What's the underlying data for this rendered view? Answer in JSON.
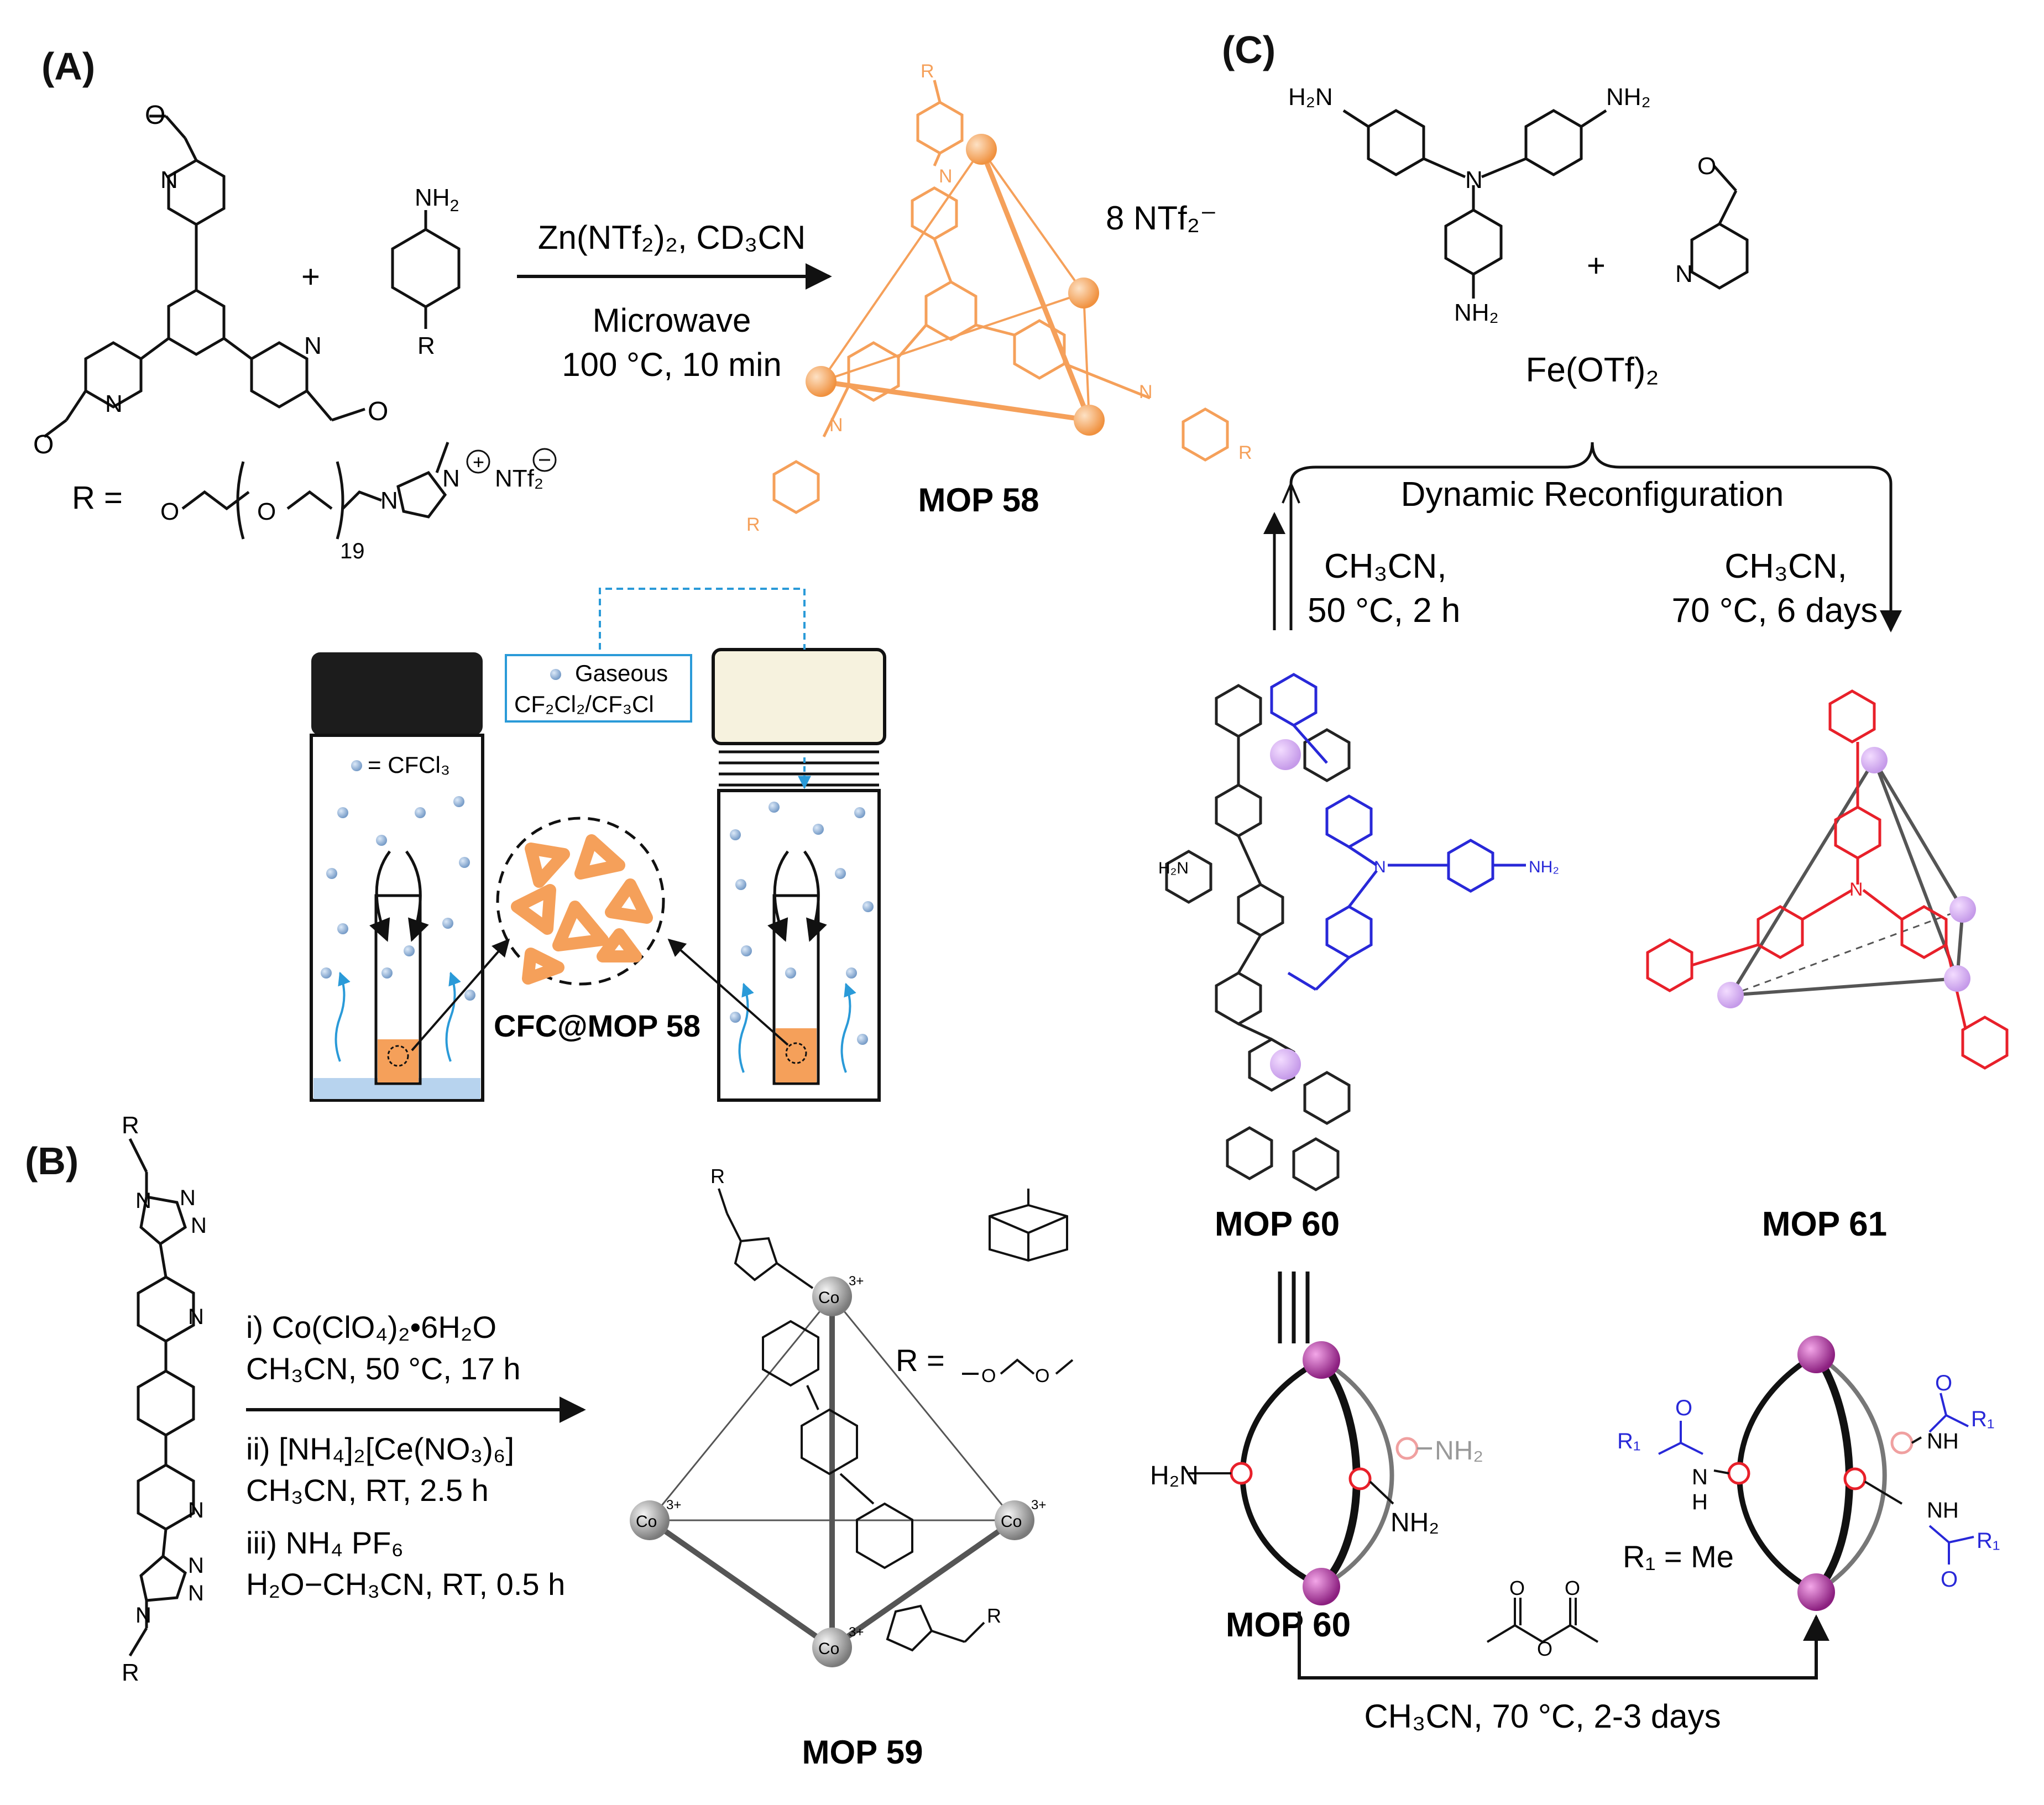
{
  "panels": {
    "a": "(A)",
    "b": "(B)",
    "c": "(C)"
  },
  "panel_a": {
    "nh2": "NH",
    "reactant_r": "R",
    "plus": "+",
    "cond_line1": "Zn(NTf₂)₂, CD₃CN",
    "cond_line2": "Microwave",
    "cond_line3": "100 °C, 10 min",
    "counterion": "8 NTf₂⁻",
    "n_label": "N",
    "mop_label": "MOP 58",
    "r_def_prefix": "R =",
    "r_def_o": "O",
    "r_def_subscript": "19",
    "r_def_counter": "NTf₂",
    "gaseous_line1": "Gaseous",
    "gaseous_line2": "CF₂Cl₂/CF₃Cl",
    "cfcl3": "= CFCl₃",
    "cfc_label": "CFC@MOP 58"
  },
  "panel_b": {
    "r_top": "R",
    "r_bottom": "R",
    "cond_i1": "i) Co(ClO₄)₂•6H₂O",
    "cond_i2": "CH₃CN, 50 °C, 17 h",
    "cond_ii1": "ii) [NH₄]₂[Ce(NO₃)₆]",
    "cond_ii2": "CH₃CN, RT, 2.5 h",
    "cond_iii1": "iii) NH₄ PF₆",
    "cond_iii2": "H₂O−CH₃CN, RT, 0.5 h",
    "co_label": "Co",
    "charge": "3+",
    "r_eq": "R =",
    "mop_label": "MOP 59"
  },
  "panel_c": {
    "h2n": "H₂N",
    "nh2": "NH₂",
    "plus": "+",
    "fe_salt": "Fe(OTf)₂",
    "dynamic": "Dynamic Reconfiguration",
    "left_cond1": "CH₃CN,",
    "left_cond2": "50 °C, 2 h",
    "right_cond1": "CH₃CN,",
    "right_cond2": "70 °C, 6 days",
    "mop60": "MOP 60",
    "mop61": "MOP 61",
    "mop60_b": "MOP 60",
    "bottom_cond": "CH₃CN, 70 °C, 2-3 days",
    "cartoon_h2n": "H₂N",
    "cartoon_nh2_a": "NH₂",
    "cartoon_nh2_b": "NH₂",
    "r1_eq": "R₁ = Me",
    "r1": "R₁",
    "nh": "NH"
  },
  "colors": {
    "orange": "#f5a05a",
    "blue": "#2828d8",
    "red": "#e8202a",
    "purple": "#9a2a8e",
    "cyan": "#2a9ad8"
  }
}
